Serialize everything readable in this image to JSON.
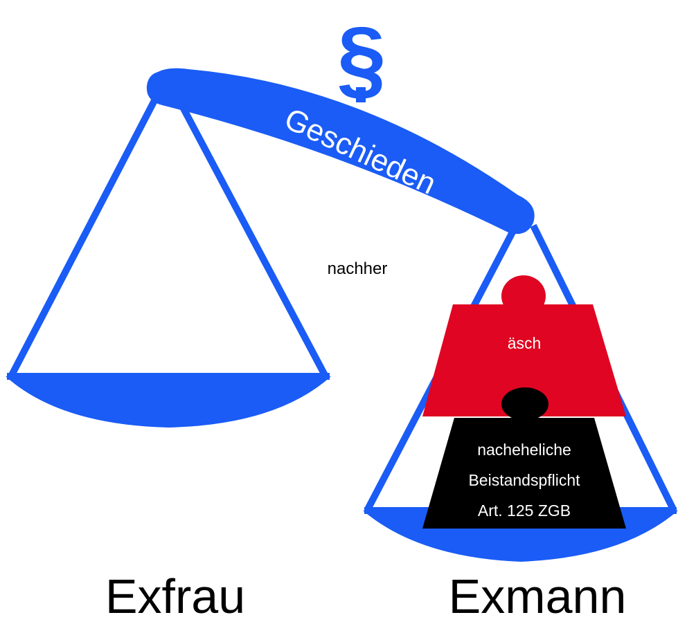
{
  "symbol": "§",
  "beam_label": "Geschieden",
  "center_label": "nachher",
  "weights": {
    "top": {
      "label": "äsch"
    },
    "bottom": {
      "lines": [
        "nacheheliche",
        "Beistandspflicht",
        "Art. 125 ZGB"
      ]
    }
  },
  "pans": {
    "left": {
      "label": "Exfrau"
    },
    "right": {
      "label": "Exmann"
    }
  },
  "colors": {
    "scale": "#1a5cf5",
    "weight_top": "#e00522",
    "weight_bottom": "#000000",
    "text_dark": "#000000",
    "text_light": "#ffffff",
    "background": "#ffffff"
  }
}
